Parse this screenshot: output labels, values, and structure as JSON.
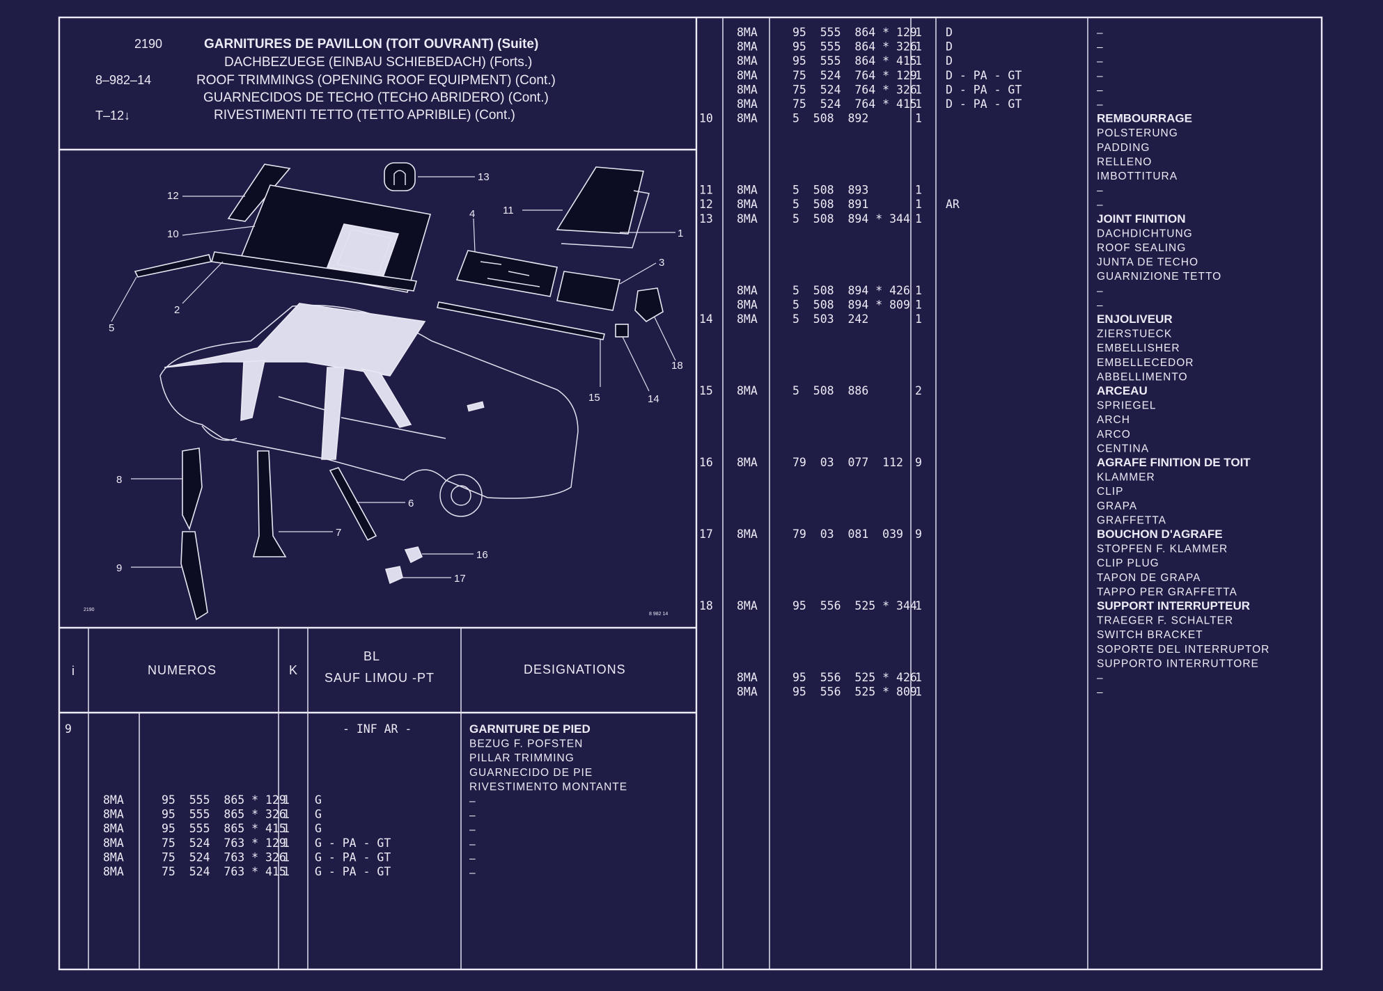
{
  "header": {
    "page_code": "2190",
    "ref_code": "8–982–14",
    "type_code": "T–12↓",
    "titles": [
      "GARNITURES DE PAVILLON (TOIT OUVRANT) (Suite)",
      "DACHBEZUEGE (EINBAU SCHIEBEDACH) (Forts.)",
      "ROOF TRIMMINGS (OPENING ROOF EQUIPMENT) (Cont.)",
      "GUARNECIDOS DE TECHO (TECHO ABRIDERO) (Cont.)",
      "RIVESTIMENTI TETTO (TETTO APRIBILE) (Cont.)"
    ]
  },
  "illustration": {
    "callouts": [
      "1",
      "2",
      "3",
      "4",
      "5",
      "6",
      "7",
      "8",
      "9",
      "10",
      "11",
      "12",
      "13",
      "14",
      "15",
      "16",
      "17",
      "18"
    ],
    "corner_left": "2190",
    "corner_right": "8 982 14"
  },
  "table_header": {
    "col_i": "i",
    "col_numeros": "NUMEROS",
    "col_k": "K",
    "col_bl_line1": "BL",
    "col_bl_line2": "SAUF LIMOU -PT",
    "col_designations": "DESIGNATIONS"
  },
  "left_table": {
    "item": "9",
    "bl_note": "- INF  AR -",
    "designations": [
      {
        "text": "GARNITURE DE PIED",
        "bold": true
      },
      {
        "text": "BEZUG F. POFSTEN",
        "bold": false
      },
      {
        "text": "PILLAR TRIMMING",
        "bold": false
      },
      {
        "text": "GUARNECIDO DE PIE",
        "bold": false
      },
      {
        "text": "RIVESTIMENTO MONTANTE",
        "bold": false
      },
      {
        "text": "–",
        "bold": false
      },
      {
        "text": "–",
        "bold": false
      },
      {
        "text": "–",
        "bold": false
      },
      {
        "text": "–",
        "bold": false
      },
      {
        "text": "–",
        "bold": false
      },
      {
        "text": "–",
        "bold": false
      }
    ],
    "rows": [
      {
        "prefix": "8MA",
        "number": "95  555  865 * 129",
        "k": "1",
        "bl": "G"
      },
      {
        "prefix": "8MA",
        "number": "95  555  865 * 326",
        "k": "1",
        "bl": "G"
      },
      {
        "prefix": "8MA",
        "number": "95  555  865 * 415",
        "k": "1",
        "bl": "G"
      },
      {
        "prefix": "8MA",
        "number": "75  524  763 * 129",
        "k": "1",
        "bl": "G - PA - GT"
      },
      {
        "prefix": "8MA",
        "number": "75  524  763 * 326",
        "k": "1",
        "bl": "G - PA - GT"
      },
      {
        "prefix": "8MA",
        "number": "75  524  763 * 415",
        "k": "1",
        "bl": "G - PA - GT"
      }
    ]
  },
  "right_table": {
    "rows": [
      {
        "item": "",
        "prefix": "8MA",
        "number": "95  555  864 * 129",
        "k": "1",
        "bl": "D"
      },
      {
        "item": "",
        "prefix": "8MA",
        "number": "95  555  864 * 326",
        "k": "1",
        "bl": "D"
      },
      {
        "item": "",
        "prefix": "8MA",
        "number": "95  555  864 * 415",
        "k": "1",
        "bl": "D"
      },
      {
        "item": "",
        "prefix": "8MA",
        "number": "75  524  764 * 129",
        "k": "1",
        "bl": "D - PA - GT"
      },
      {
        "item": "",
        "prefix": "8MA",
        "number": "75  524  764 * 326",
        "k": "1",
        "bl": "D - PA - GT"
      },
      {
        "item": "",
        "prefix": "8MA",
        "number": "75  524  764 * 415",
        "k": "1",
        "bl": "D - PA - GT"
      },
      {
        "item": "10",
        "prefix": "8MA",
        "number": "5  508  892",
        "k": "1",
        "bl": ""
      },
      {
        "item": "11",
        "prefix": "8MA",
        "number": "5  508  893",
        "k": "1",
        "bl": ""
      },
      {
        "item": "12",
        "prefix": "8MA",
        "number": "5  508  891",
        "k": "1",
        "bl": "AR"
      },
      {
        "item": "13",
        "prefix": "8MA",
        "number": "5  508  894 * 344",
        "k": "1",
        "bl": ""
      },
      {
        "item": "",
        "prefix": "8MA",
        "number": "5  508  894 * 426",
        "k": "1",
        "bl": ""
      },
      {
        "item": "",
        "prefix": "8MA",
        "number": "5  508  894 * 809",
        "k": "1",
        "bl": ""
      },
      {
        "item": "14",
        "prefix": "8MA",
        "number": "5  503  242",
        "k": "1",
        "bl": ""
      },
      {
        "item": "15",
        "prefix": "8MA",
        "number": "5  508  886",
        "k": "2",
        "bl": ""
      },
      {
        "item": "16",
        "prefix": "8MA",
        "number": "79  03  077  112",
        "k": "9",
        "bl": ""
      },
      {
        "item": "17",
        "prefix": "8MA",
        "number": "79  03  081  039",
        "k": "9",
        "bl": ""
      },
      {
        "item": "18",
        "prefix": "8MA",
        "number": "95  556  525 * 344",
        "k": "1",
        "bl": ""
      },
      {
        "item": "",
        "prefix": "8MA",
        "number": "95  556  525 * 426",
        "k": "1",
        "bl": ""
      },
      {
        "item": "",
        "prefix": "8MA",
        "number": "95  556  525 * 809",
        "k": "1",
        "bl": ""
      }
    ],
    "designations": [
      {
        "text": "–",
        "bold": false
      },
      {
        "text": "–",
        "bold": false
      },
      {
        "text": "–",
        "bold": false
      },
      {
        "text": "–",
        "bold": false
      },
      {
        "text": "–",
        "bold": false
      },
      {
        "text": "–",
        "bold": false
      },
      {
        "text": "REMBOURRAGE",
        "bold": true
      },
      {
        "text": "POLSTERUNG",
        "bold": false
      },
      {
        "text": "PADDING",
        "bold": false
      },
      {
        "text": "RELLENO",
        "bold": false
      },
      {
        "text": "IMBOTTITURA",
        "bold": false
      },
      {
        "text": "–",
        "bold": false
      },
      {
        "text": "–",
        "bold": false
      },
      {
        "text": "JOINT FINITION",
        "bold": true
      },
      {
        "text": "DACHDICHTUNG",
        "bold": false
      },
      {
        "text": "ROOF SEALING",
        "bold": false
      },
      {
        "text": "JUNTA DE TECHO",
        "bold": false
      },
      {
        "text": "GUARNIZIONE TETTO",
        "bold": false
      },
      {
        "text": "–",
        "bold": false
      },
      {
        "text": "–",
        "bold": false
      },
      {
        "text": "ENJOLIVEUR",
        "bold": true
      },
      {
        "text": "ZIERSTUECK",
        "bold": false
      },
      {
        "text": "EMBELLISHER",
        "bold": false
      },
      {
        "text": "EMBELLECEDOR",
        "bold": false
      },
      {
        "text": "ABBELLIMENTO",
        "bold": false
      },
      {
        "text": "ARCEAU",
        "bold": true
      },
      {
        "text": "SPRIEGEL",
        "bold": false
      },
      {
        "text": "ARCH",
        "bold": false
      },
      {
        "text": "ARCO",
        "bold": false
      },
      {
        "text": "CENTINA",
        "bold": false
      },
      {
        "text": "AGRAFE FINITION DE TOIT",
        "bold": true
      },
      {
        "text": "KLAMMER",
        "bold": false
      },
      {
        "text": "CLIP",
        "bold": false
      },
      {
        "text": "GRAPA",
        "bold": false
      },
      {
        "text": "GRAFFETTA",
        "bold": false
      },
      {
        "text": "BOUCHON D'AGRAFE",
        "bold": true
      },
      {
        "text": "STOPFEN F. KLAMMER",
        "bold": false
      },
      {
        "text": "CLIP PLUG",
        "bold": false
      },
      {
        "text": "TAPON DE GRAPA",
        "bold": false
      },
      {
        "text": "TAPPO PER GRAFFETTA",
        "bold": false
      },
      {
        "text": "SUPPORT INTERRUPTEUR",
        "bold": true
      },
      {
        "text": "TRAEGER F. SCHALTER",
        "bold": false
      },
      {
        "text": "SWITCH BRACKET",
        "bold": false
      },
      {
        "text": "SOPORTE DEL INTERRUPTOR",
        "bold": false
      },
      {
        "text": "SUPPORTO INTERRUTTORE",
        "bold": false
      },
      {
        "text": "–",
        "bold": false
      },
      {
        "text": "–",
        "bold": false
      }
    ]
  },
  "colors": {
    "background": "#1f1c45",
    "ink": "#ecebf6"
  }
}
